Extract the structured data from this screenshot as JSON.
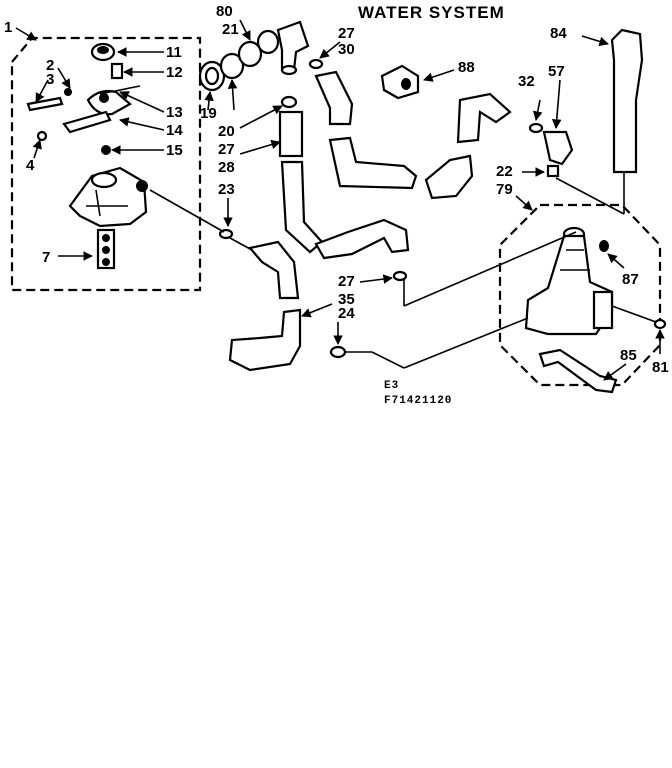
{
  "title": "WATER SYSTEM",
  "codes": {
    "line1": "E3",
    "line2": "F71421120"
  },
  "labels": {
    "l1": "1",
    "l2": "2",
    "l3": "3",
    "l4": "4",
    "l7": "7",
    "l11": "11",
    "l12": "12",
    "l13": "13",
    "l14": "14",
    "l15": "15",
    "l19": "19",
    "l20": "20",
    "l21": "21",
    "l22": "22",
    "l23": "23",
    "l24": "24",
    "l27a": "27",
    "l27b": "27",
    "l27c": "27",
    "l28": "28",
    "l30": "30",
    "l32": "32",
    "l35": "35",
    "l57": "57",
    "l79": "79",
    "l80": "80",
    "l81": "81",
    "l84": "84",
    "l85": "85",
    "l87": "87",
    "l88": "88"
  }
}
